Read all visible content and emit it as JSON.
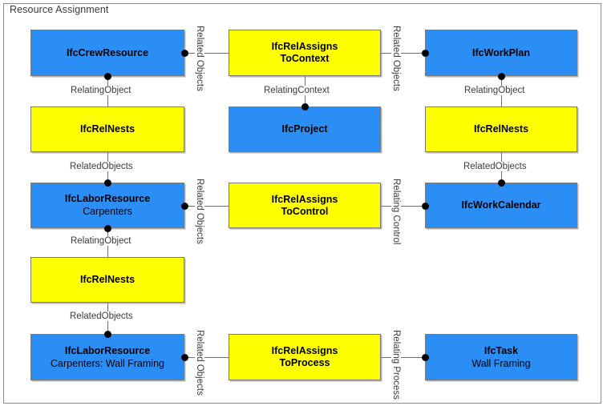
{
  "diagram": {
    "title": "Resource Assignment",
    "colors": {
      "entity_fill": "#2a8ef4",
      "relationship_fill": "#ffff00",
      "node_border": "#7a7a7a",
      "connector": "#6e6e6e",
      "label_text": "#3a3a3a",
      "frame_border": "#8c8c8c",
      "background": "#ffffff"
    },
    "nodes": [
      {
        "id": "crew-resource",
        "name": "IfcCrewResource",
        "sub": "",
        "kind": "entity"
      },
      {
        "id": "rel-assigns-to-context",
        "name": "IfcRelAssigns\nToContext",
        "sub": "",
        "kind": "rel"
      },
      {
        "id": "work-plan",
        "name": "IfcWorkPlan",
        "sub": "",
        "kind": "entity"
      },
      {
        "id": "rel-nests-left-1",
        "name": "IfcRelNests",
        "sub": "",
        "kind": "rel"
      },
      {
        "id": "project",
        "name": "IfcProject",
        "sub": "",
        "kind": "entity"
      },
      {
        "id": "rel-nests-right-1",
        "name": "IfcRelNests",
        "sub": "",
        "kind": "rel"
      },
      {
        "id": "labor-resource-1",
        "name": "IfcLaborResource",
        "sub": "Carpenters",
        "kind": "entity"
      },
      {
        "id": "rel-assigns-to-control",
        "name": "IfcRelAssigns\nToControl",
        "sub": "",
        "kind": "rel"
      },
      {
        "id": "work-calendar",
        "name": "IfcWorkCalendar",
        "sub": "",
        "kind": "entity"
      },
      {
        "id": "rel-nests-left-2",
        "name": "IfcRelNests",
        "sub": "",
        "kind": "rel"
      },
      {
        "id": "labor-resource-2",
        "name": "IfcLaborResource",
        "sub": "Carpenters: Wall Framing",
        "kind": "entity"
      },
      {
        "id": "rel-assigns-to-process",
        "name": "IfcRelAssigns\nToProcess",
        "sub": "",
        "kind": "rel"
      },
      {
        "id": "task",
        "name": "IfcTask",
        "sub": "Wall Framing",
        "kind": "entity"
      }
    ],
    "edge_labels": {
      "related_objects_r1_left": "Related\nObjects",
      "related_objects_r1_right": "Related\nObjects",
      "relating_object_c1_r1": "RelatingObject",
      "relating_context_c2_r1": "RelatingContext",
      "relating_object_c3_r1": "RelatingObject",
      "related_objects_c1_r2": "RelatedObjects",
      "related_objects_c3_r2": "RelatedObjects",
      "related_objects_r3_left": "Related\nObjects",
      "relating_control_r3_right": "Relating\nControl",
      "relating_object_c1_r3": "RelatingObject",
      "related_objects_c1_r4": "RelatedObjects",
      "related_objects_r5_left": "Related\nObjects",
      "relating_process_r5_right": "Relating\nProcess"
    }
  }
}
